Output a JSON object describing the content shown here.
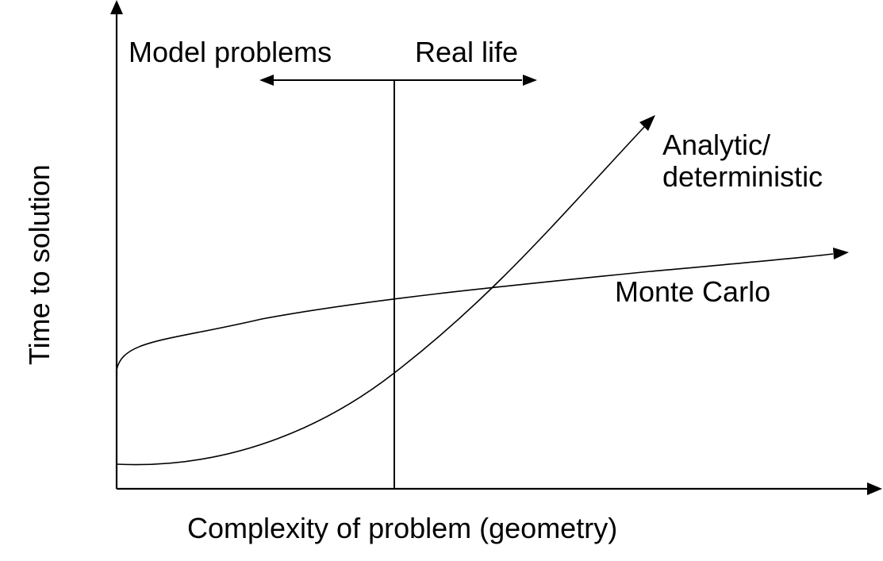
{
  "diagram": {
    "top_labels": {
      "left": "Model problems",
      "right": "Real life"
    },
    "curves": [
      {
        "name": "Analytic/ deterministic",
        "label_lines": [
          "Analytic/",
          "deterministic"
        ],
        "trend": "starts low, grows steeply"
      },
      {
        "name": "Monte Carlo",
        "label_lines": [
          "Monte Carlo"
        ],
        "trend": "starts higher, grows slowly"
      }
    ],
    "axes": {
      "x_label": "Complexity of problem (geometry)",
      "y_label": "Time to solution"
    },
    "colors": {
      "line": "#000000",
      "background": "#ffffff"
    }
  }
}
